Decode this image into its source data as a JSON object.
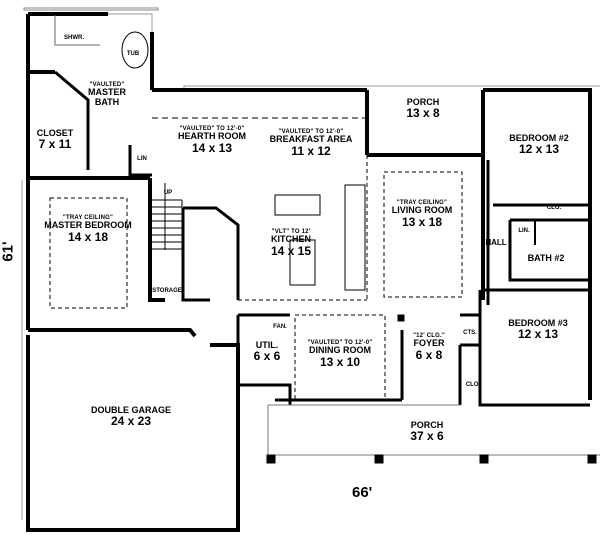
{
  "plan": {
    "overall_width": "66'",
    "overall_depth": "61'",
    "rooms": [
      {
        "id": "master-bath",
        "note": "\"VAULTED\"",
        "name": "MASTER\nBATH",
        "name_line1": "MASTER",
        "name_line2": "BATH",
        "dims": ""
      },
      {
        "id": "closet",
        "note": "",
        "name": "CLOSET",
        "dims": "7 x 11"
      },
      {
        "id": "hearth-room",
        "note": "\"VAULTED\" TO 12'-0\"",
        "name": "HEARTH ROOM",
        "dims": "14 x 13"
      },
      {
        "id": "breakfast-area",
        "note": "\"VAULTED\" TO 12'-0\"",
        "name": "BREAKFAST AREA",
        "dims": "11 x 12"
      },
      {
        "id": "porch-rear",
        "note": "",
        "name": "PORCH",
        "dims": "13 x 8"
      },
      {
        "id": "bedroom-2",
        "note": "",
        "name": "BEDROOM #2",
        "dims": "12 x 13"
      },
      {
        "id": "master-bedroom",
        "note": "\"TRAY CEILING\"",
        "name": "MASTER BEDROOM",
        "dims": "14 x 18"
      },
      {
        "id": "kitchen",
        "note": "\"VLT\" TO 12'",
        "name": "KITCHEN",
        "dims": "14 x 15"
      },
      {
        "id": "living-room",
        "note": "\"TRAY CEILING\"",
        "name": "LIVING ROOM",
        "dims": "13 x 18"
      },
      {
        "id": "bath-2",
        "note": "",
        "name": "BATH #2",
        "dims": ""
      },
      {
        "id": "util",
        "note": "",
        "name": "UTIL.",
        "dims": "6 x 6"
      },
      {
        "id": "dining-room",
        "note": "\"VAULTED\" TO 12'-0\"",
        "name": "DINING ROOM",
        "dims": "13 x 10"
      },
      {
        "id": "foyer",
        "note": "\"12' CLG.\"",
        "name": "FOYER",
        "dims": "6 x 8"
      },
      {
        "id": "bedroom-3",
        "note": "",
        "name": "BEDROOM #3",
        "dims": "12 x 13"
      },
      {
        "id": "double-garage",
        "note": "",
        "name": "DOUBLE GARAGE",
        "dims": "24 x 23"
      },
      {
        "id": "porch-front",
        "note": "",
        "name": "PORCH",
        "dims": "37 x 6"
      }
    ],
    "small_labels": {
      "shower": "SHWR.",
      "tub": "TUB",
      "lin_master": "LIN",
      "up": "UP",
      "storage": "STORAGE",
      "hall": "HALL",
      "clo_bed2": "CLO.",
      "lin_hall": "LIN.",
      "fan": "FAN.",
      "cts": "CTS.",
      "clo_bed3": "CLO."
    }
  }
}
